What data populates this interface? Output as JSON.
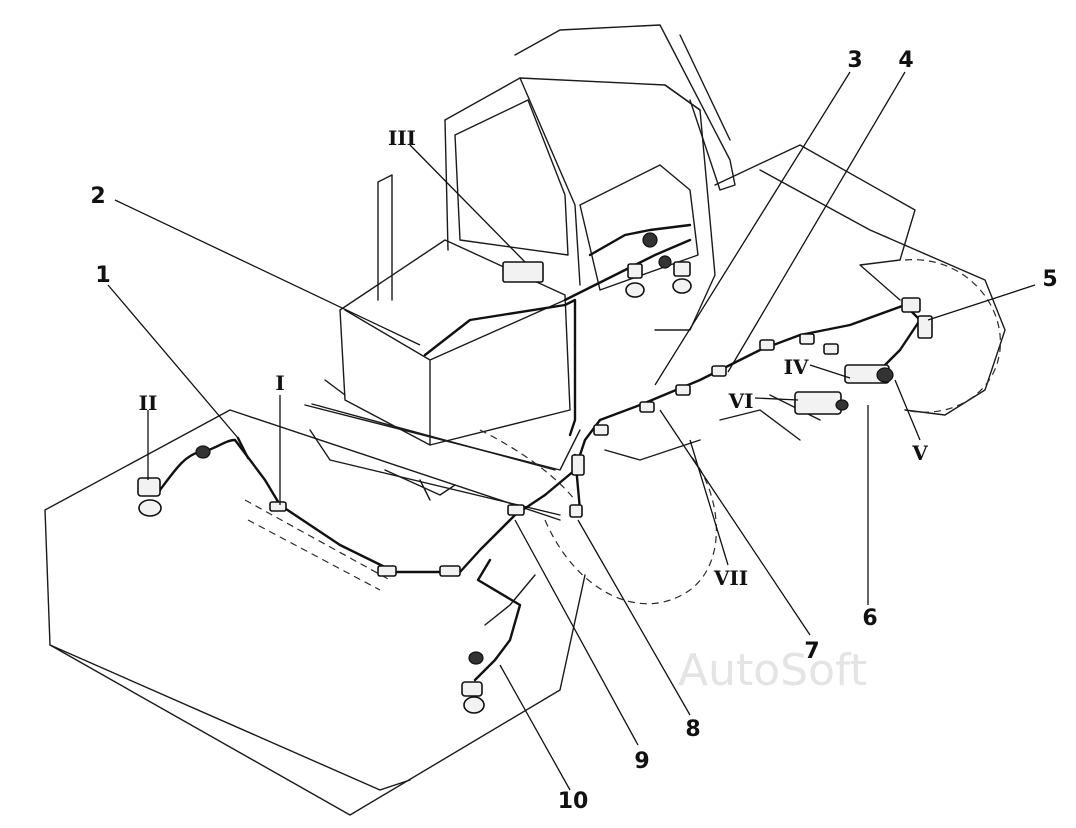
{
  "labels": {
    "n1": "1",
    "n2": "2",
    "n3": "3",
    "n4": "4",
    "n5": "5",
    "n6": "6",
    "n7": "7",
    "n8": "8",
    "n9": "9",
    "n10": "10",
    "rI": "I",
    "rII": "II",
    "rIII": "III",
    "rIV": "IV",
    "rV": "V",
    "rVI": "VI",
    "rVII": "VII"
  },
  "watermark": "AutoSoft"
}
